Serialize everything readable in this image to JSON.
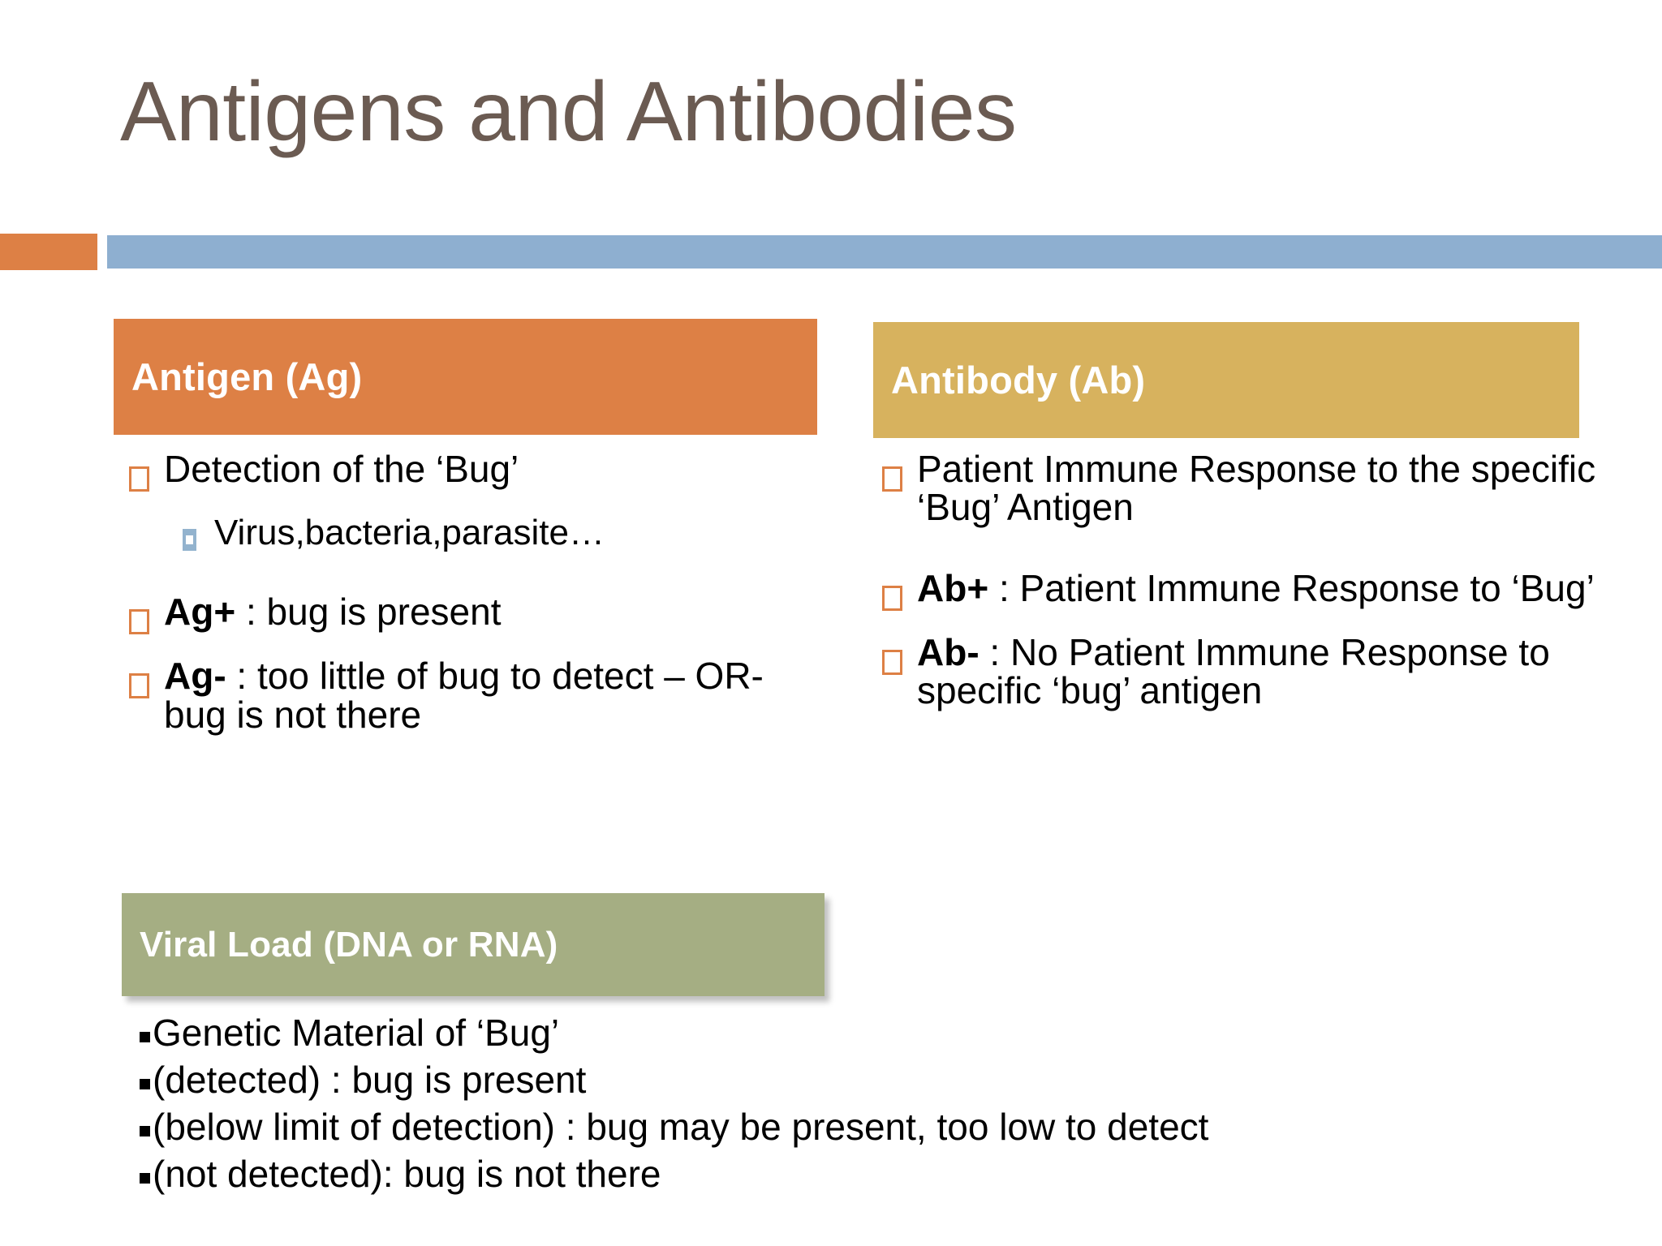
{
  "slide": {
    "title": "Antigens and Antibodies",
    "colors": {
      "title_text": "#6B5B52",
      "orange": "#DD8045",
      "blue": "#8EAFD0",
      "gold": "#D7B25E",
      "green": "#A5AE83",
      "body_text": "#000000",
      "banner_text": "#FFFFFF"
    }
  },
  "antigen": {
    "banner_label": "Antigen (Ag)",
    "items": [
      {
        "level": 1,
        "text": "Detection of the ‘Bug’"
      },
      {
        "level": 2,
        "text": "Virus,bacteria,parasite…"
      },
      {
        "level": 1,
        "lead": "Ag+",
        "text": " : bug is present"
      },
      {
        "level": 1,
        "lead": "Ag-",
        "text": "  : too little of bug to detect – OR- bug is not there"
      }
    ]
  },
  "antibody": {
    "banner_label": "Antibody (Ab)",
    "items": [
      {
        "level": 1,
        "text": "Patient Immune Response to the specific ‘Bug’ Antigen"
      },
      {
        "level": 1,
        "lead": "Ab+",
        "text": " : Patient Immune Response to ‘Bug’"
      },
      {
        "level": 1,
        "lead": "Ab-",
        "text": " : No Patient Immune Response to specific ‘bug’ antigen"
      }
    ]
  },
  "viral_load": {
    "banner_label": "Viral Load (DNA or RNA)",
    "items": [
      "Genetic Material of ‘Bug’",
      "(detected) : bug is present",
      "(below limit of detection) : bug may be present, too low to detect",
      "(not detected): bug is not there"
    ]
  }
}
